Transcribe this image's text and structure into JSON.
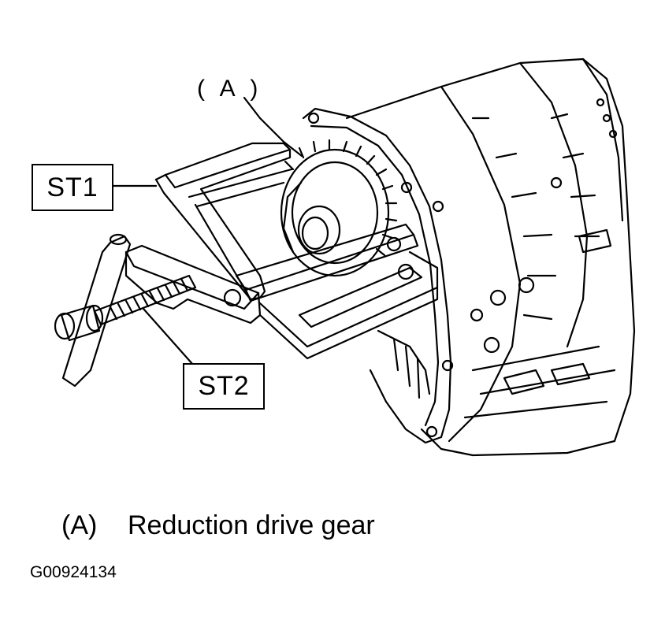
{
  "callouts": {
    "a_label": "( A )",
    "st1": "ST1",
    "st2": "ST2"
  },
  "legend": {
    "key": "(A)",
    "description": "Reduction drive gear"
  },
  "figure_id": "G00924134",
  "colors": {
    "line": "#000000",
    "background": "#ffffff"
  }
}
